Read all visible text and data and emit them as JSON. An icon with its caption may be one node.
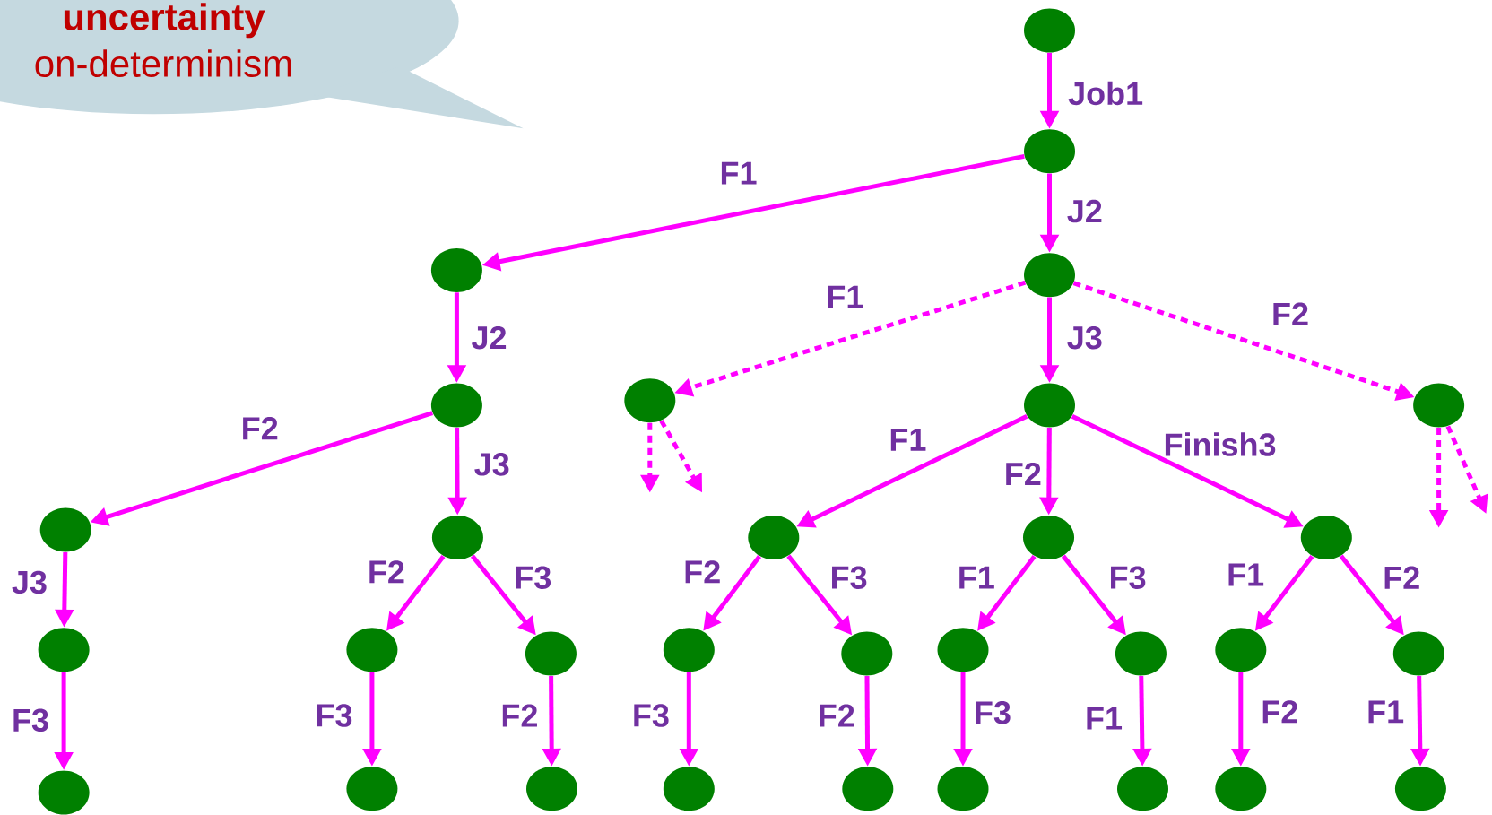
{
  "diagram": {
    "nodes": [
      {
        "text": [
          "uncertainty",
          "on-determinism"
        ]
      },
      {
        "text": [],
        "shape": "circle"
      },
      {
        "text": [],
        "shape": "circle"
      },
      {
        "text": [],
        "shape": "circle"
      },
      {
        "text": [],
        "shape": "circle"
      },
      {
        "text": [],
        "shape": "circle"
      },
      {
        "text": [],
        "shape": "circle"
      },
      {
        "text": [],
        "shape": "circle"
      },
      {
        "text": [],
        "shape": "circle"
      },
      {
        "text": [],
        "shape": "circle"
      },
      {
        "text": [],
        "shape": "circle"
      },
      {
        "text": [],
        "shape": "circle"
      },
      {
        "text": [],
        "shape": "circle"
      },
      {
        "text": [],
        "shape": "circle"
      },
      {
        "text": [],
        "shape": "circle"
      },
      {
        "text": [],
        "shape": "circle"
      },
      {
        "text": [],
        "shape": "circle"
      },
      {
        "text": [],
        "shape": "circle"
      },
      {
        "text": [],
        "shape": "circle"
      },
      {
        "text": [],
        "shape": "circle"
      },
      {
        "text": [],
        "shape": "circle"
      },
      {
        "text": [],
        "shape": "circle"
      },
      {
        "text": [],
        "shape": "circle"
      },
      {
        "text": [],
        "shape": "circle"
      },
      {
        "text": [],
        "shape": "circle"
      },
      {
        "text": [],
        "shape": "circle"
      },
      {
        "text": [],
        "shape": "circle"
      },
      {
        "text": [],
        "shape": "circle"
      },
      {
        "text": [],
        "shape": "circle"
      },
      {
        "text": [],
        "shape": "circle"
      },
      {
        "text": [],
        "shape": "circle"
      },
      {
        "text": [],
        "shape": "circle"
      }
    ],
    "edges": [
      {
        "from": 1,
        "to": 2,
        "arrow": "to",
        "label": "Job1"
      },
      {
        "from": 2,
        "to": 3,
        "arrow": "to",
        "label": "F1"
      },
      {
        "from": 2,
        "to": 4,
        "arrow": "to",
        "label": "J2"
      },
      {
        "from": 3,
        "to": 5,
        "arrow": "to",
        "label": "J2"
      },
      {
        "from": 4,
        "to": 6,
        "arrow": "to",
        "label": "F1",
        "style": "dashed"
      },
      {
        "from": 4,
        "to": 7,
        "arrow": "to",
        "label": "J3"
      },
      {
        "from": 4,
        "to": 8,
        "arrow": "to",
        "label": "F2",
        "style": "dashed"
      },
      {
        "from": 6,
        "to": null,
        "arrow": "to",
        "style": "dashed"
      },
      {
        "from": 6,
        "to": null,
        "arrow": "to",
        "style": "dashed"
      },
      {
        "from": 8,
        "to": null,
        "arrow": "to",
        "style": "dashed"
      },
      {
        "from": 8,
        "to": null,
        "arrow": "to",
        "style": "dashed"
      },
      {
        "from": 5,
        "to": 9,
        "arrow": "to",
        "label": "F2"
      },
      {
        "from": 5,
        "to": 10,
        "arrow": "to",
        "label": "J3"
      },
      {
        "from": 7,
        "to": 11,
        "arrow": "to",
        "label": "F1"
      },
      {
        "from": 7,
        "to": 12,
        "arrow": "to",
        "label": "F2"
      },
      {
        "from": 7,
        "to": 13,
        "arrow": "to",
        "label": "Finish3"
      },
      {
        "from": 9,
        "to": 14,
        "arrow": "to",
        "label": "J3"
      },
      {
        "from": 10,
        "to": 15,
        "arrow": "to",
        "label": "F2"
      },
      {
        "from": 10,
        "to": 16,
        "arrow": "to",
        "label": "F3"
      },
      {
        "from": 11,
        "to": 17,
        "arrow": "to",
        "label": "F2"
      },
      {
        "from": 11,
        "to": 18,
        "arrow": "to",
        "label": "F3"
      },
      {
        "from": 12,
        "to": 19,
        "arrow": "to",
        "label": "F1"
      },
      {
        "from": 12,
        "to": 20,
        "arrow": "to",
        "label": "F3"
      },
      {
        "from": 13,
        "to": 21,
        "arrow": "to",
        "label": "F1"
      },
      {
        "from": 13,
        "to": 22,
        "arrow": "to",
        "label": "F2"
      },
      {
        "from": 14,
        "to": 23,
        "arrow": "to",
        "label": "F3"
      },
      {
        "from": 15,
        "to": 24,
        "arrow": "to",
        "label": "F3"
      },
      {
        "from": 16,
        "to": 25,
        "arrow": "to",
        "label": "F2"
      },
      {
        "from": 17,
        "to": 26,
        "arrow": "to",
        "label": "F3"
      },
      {
        "from": 18,
        "to": 27,
        "arrow": "to",
        "label": "F2"
      },
      {
        "from": 19,
        "to": 28,
        "arrow": "to",
        "label": "F3"
      },
      {
        "from": 20,
        "to": 29,
        "arrow": "to",
        "label": "F1"
      },
      {
        "from": 21,
        "to": 30,
        "arrow": "to",
        "label": "F2"
      },
      {
        "from": 22,
        "to": 31,
        "arrow": "to",
        "label": "F1"
      }
    ]
  }
}
